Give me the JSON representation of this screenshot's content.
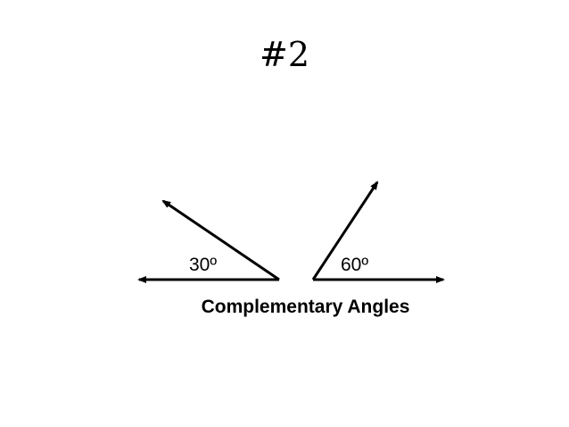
{
  "slide": {
    "title": "#2",
    "caption": "Complementary Angles",
    "angles": [
      {
        "label": "30º",
        "degrees": 30
      },
      {
        "label": "60º",
        "degrees": 60
      }
    ]
  },
  "colors": {
    "background": "#ffffff",
    "ink": "#000000"
  }
}
